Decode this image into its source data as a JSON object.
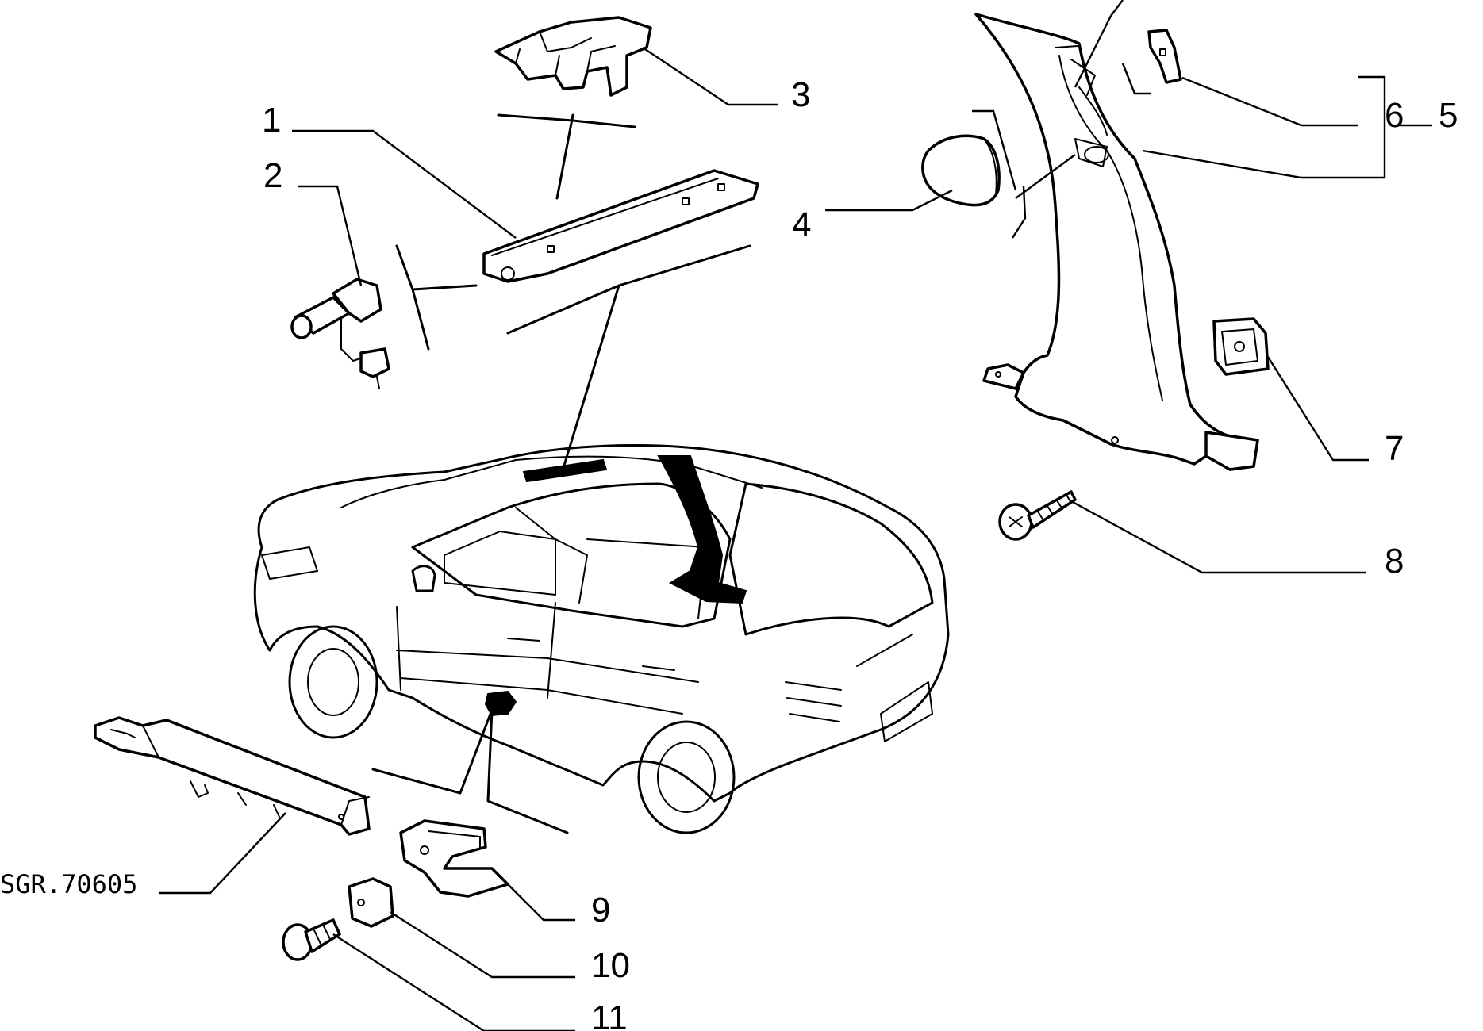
{
  "reference_code": "SGR.70605",
  "callouts": {
    "c1": "1",
    "c2": "2",
    "c3": "3",
    "c4": "4",
    "c5": "5",
    "c6": "6",
    "c7": "7",
    "c8": "8",
    "c9": "9",
    "c10": "10",
    "c11": "11"
  }
}
